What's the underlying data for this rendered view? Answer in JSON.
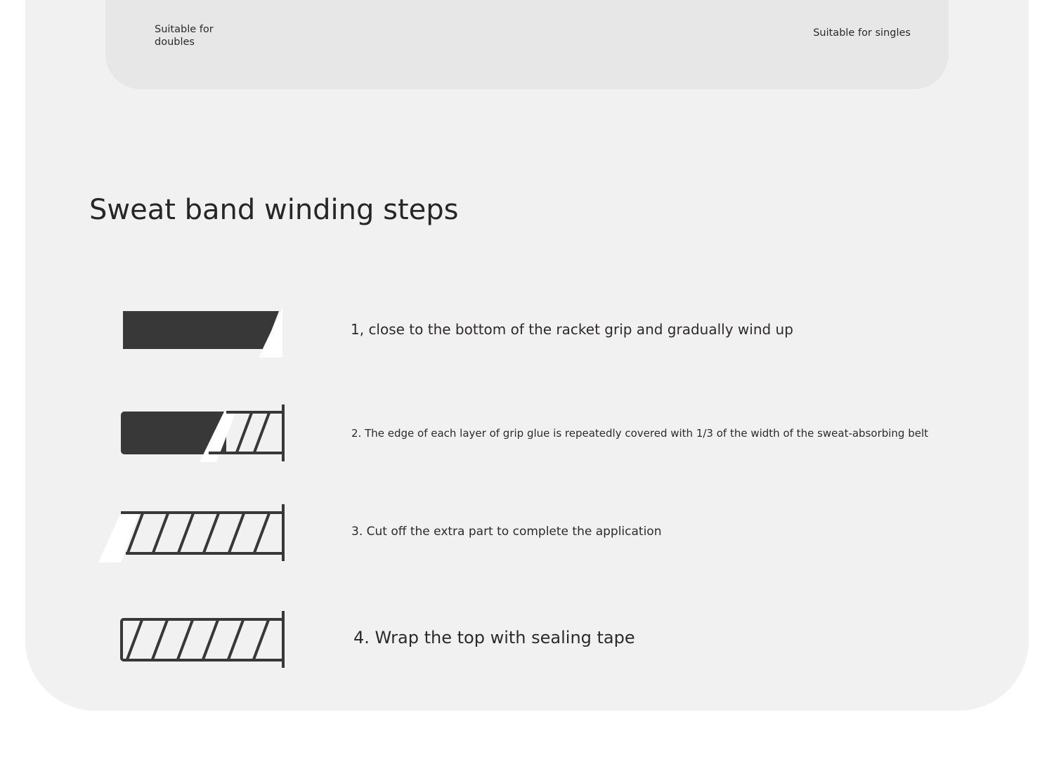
{
  "suitability": {
    "doubles_label": "Suitable for doubles",
    "singles_label": "Suitable for singles"
  },
  "section": {
    "title": "Sweat band winding steps"
  },
  "steps": [
    {
      "text": "1, close to the bottom of the racket grip and gradually wind up",
      "icon": "grip-wrap-start-icon"
    },
    {
      "text": "2. The edge of each layer of grip glue is repeatedly covered with 1/3 of the width of the sweat-absorbing belt",
      "icon": "grip-wrap-overlap-icon"
    },
    {
      "text": "3. Cut off the extra part to complete the application",
      "icon": "grip-wrap-cut-icon"
    },
    {
      "text": "4. Wrap the top with sealing tape",
      "icon": "grip-wrap-sealed-icon"
    }
  ],
  "colors": {
    "outer_card": "#f1f1f1",
    "inner_card": "#e7e7e7",
    "grip_dark": "#383838"
  }
}
